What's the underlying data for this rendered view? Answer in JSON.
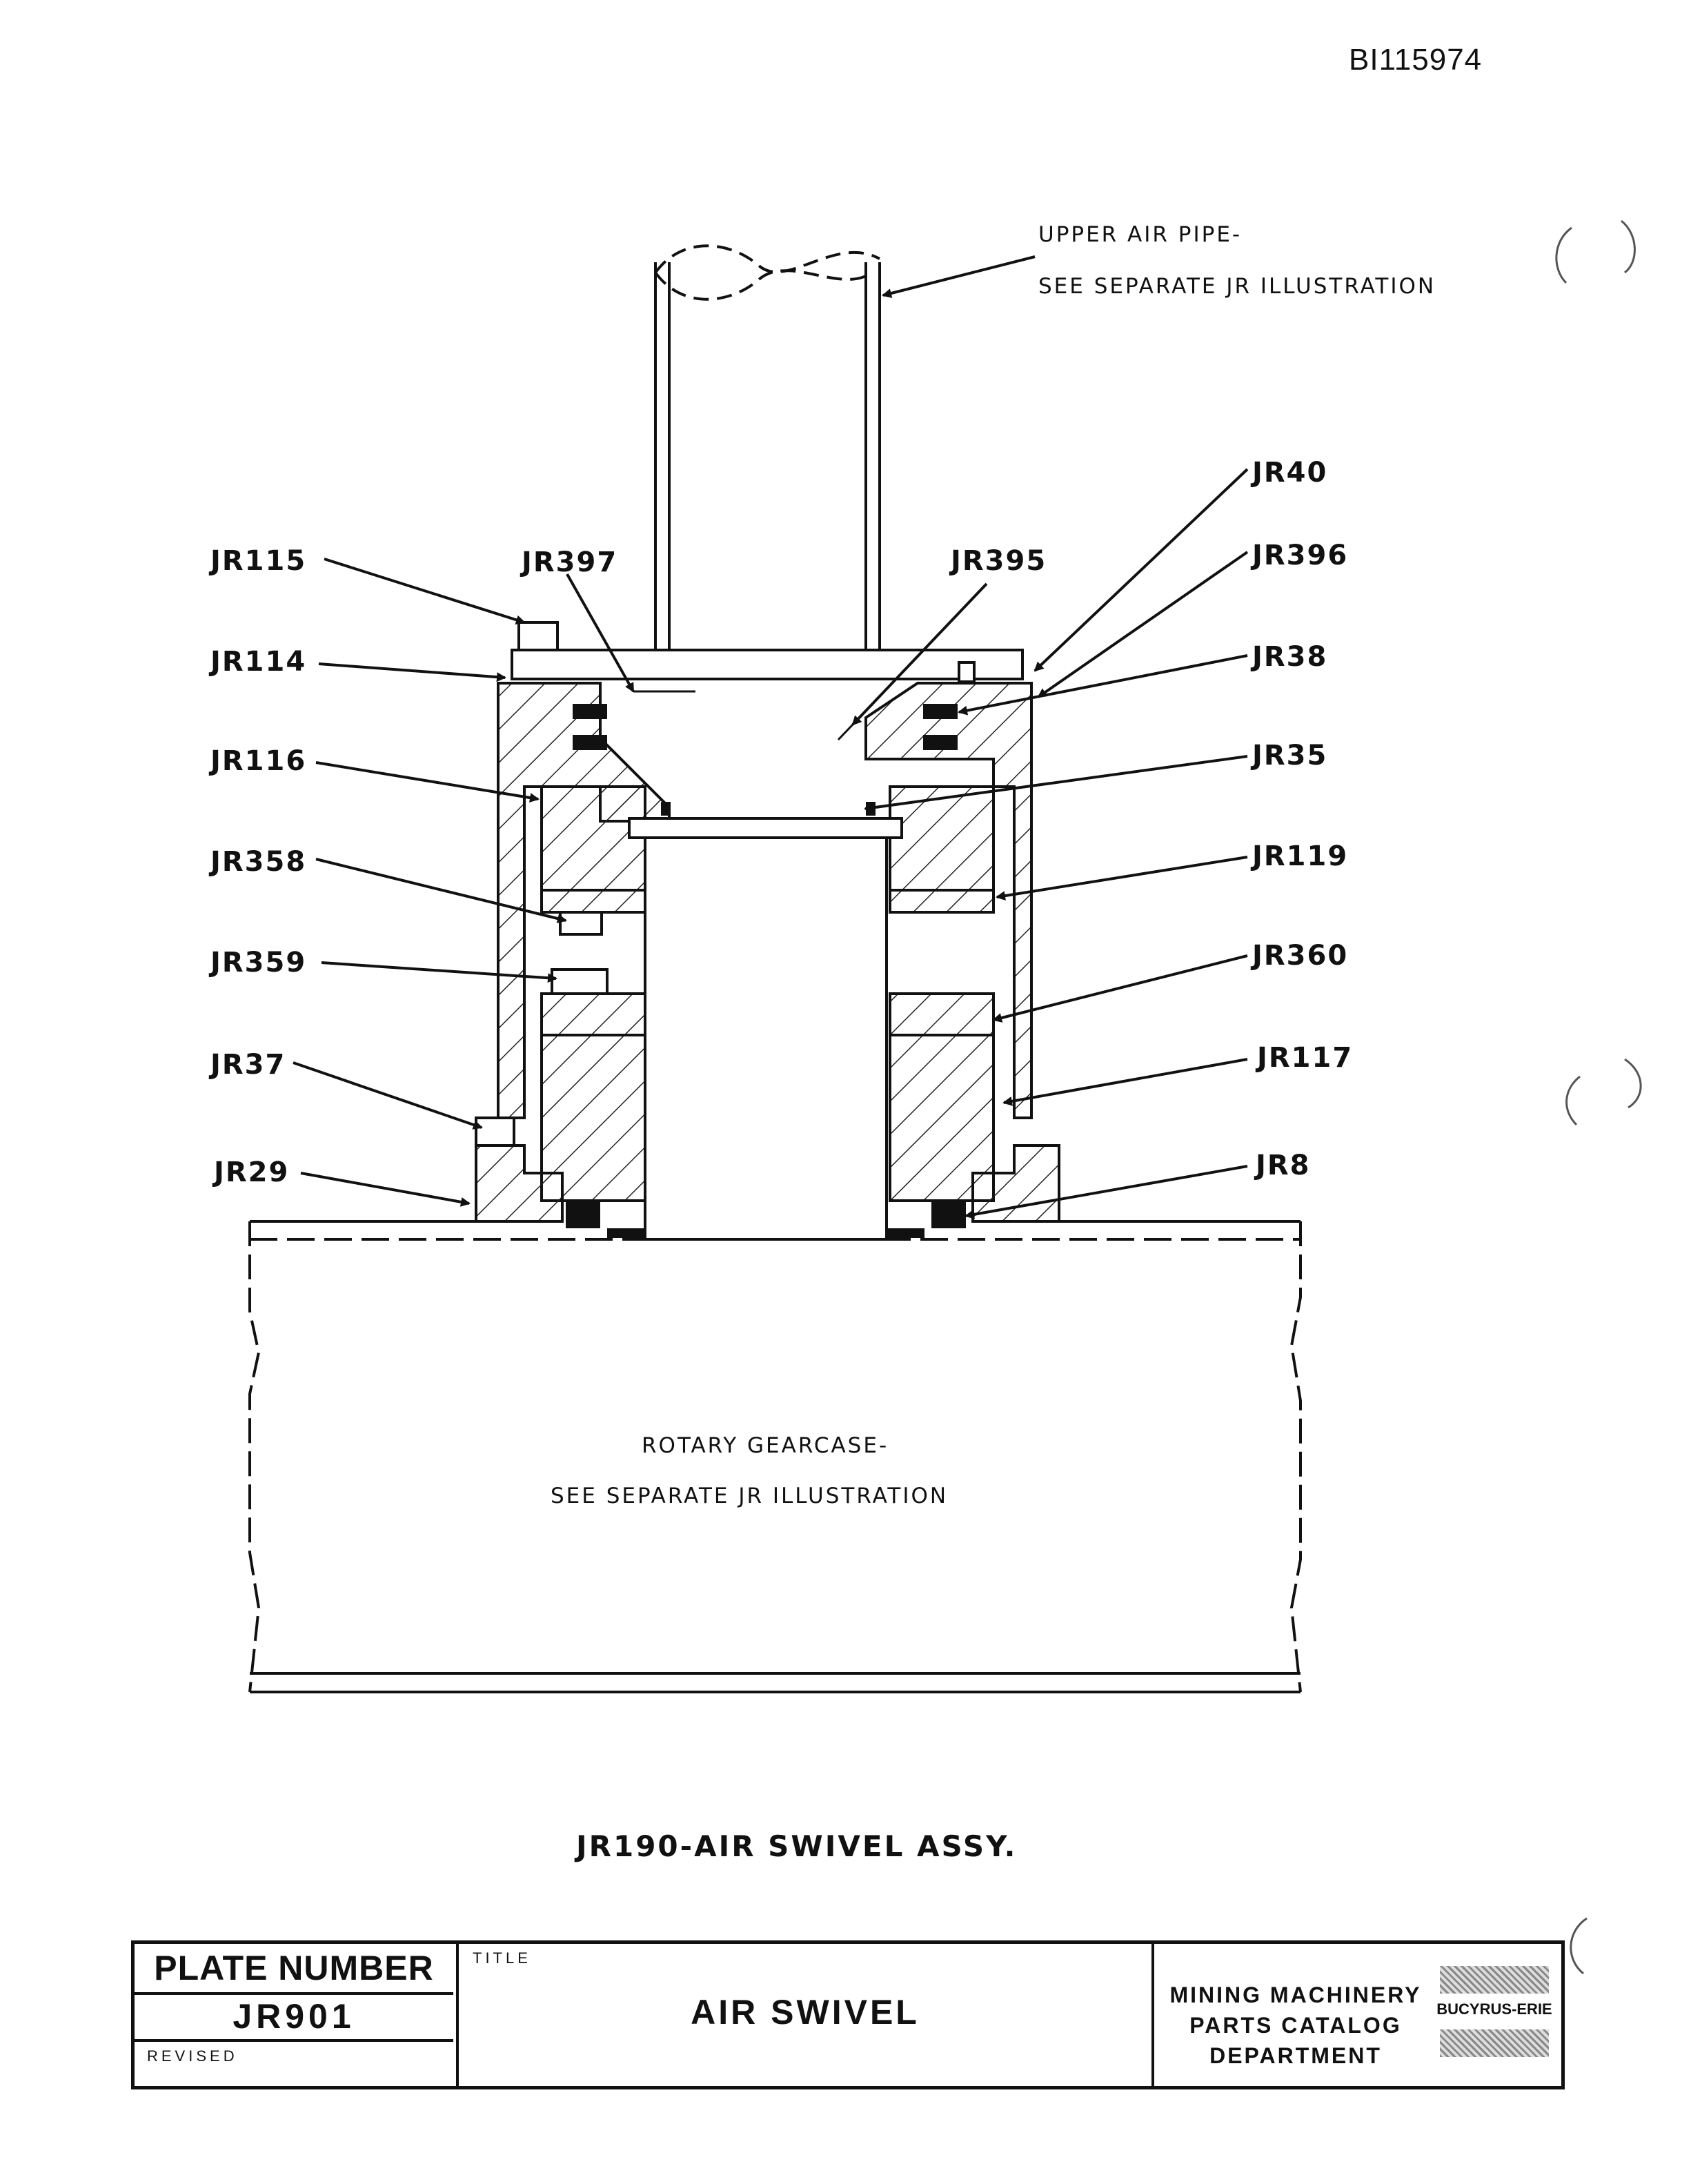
{
  "document_id": "BI115974",
  "notes": {
    "upper_line1": "UPPER AIR PIPE-",
    "upper_line2": "SEE SEPARATE JR ILLUSTRATION",
    "lower_line1": "ROTARY GEARCASE-",
    "lower_line2": "SEE SEPARATE JR ILLUSTRATION"
  },
  "labels": {
    "jr115": "JR115",
    "jr114": "JR114",
    "jr116": "JR116",
    "jr358": "JR358",
    "jr359": "JR359",
    "jr37": "JR37",
    "jr29": "JR29",
    "jr397": "JR397",
    "jr395": "JR395",
    "jr40": "JR40",
    "jr396": "JR396",
    "jr38": "JR38",
    "jr35": "JR35",
    "jr119": "JR119",
    "jr360": "JR360",
    "jr117": "JR117",
    "jr8": "JR8"
  },
  "assembly_caption": "JR190-AIR SWIVEL ASSY.",
  "title_block": {
    "plate_number_label": "PLATE NUMBER",
    "plate_number": "JR901",
    "revised_label": "REVISED",
    "title_label": "TITLE",
    "title": "AIR SWIVEL",
    "dept_line1": "MINING MACHINERY",
    "dept_line2": "PARTS CATALOG",
    "dept_line3": "DEPARTMENT",
    "logo_text": "BUCYRUS-ERIE"
  }
}
